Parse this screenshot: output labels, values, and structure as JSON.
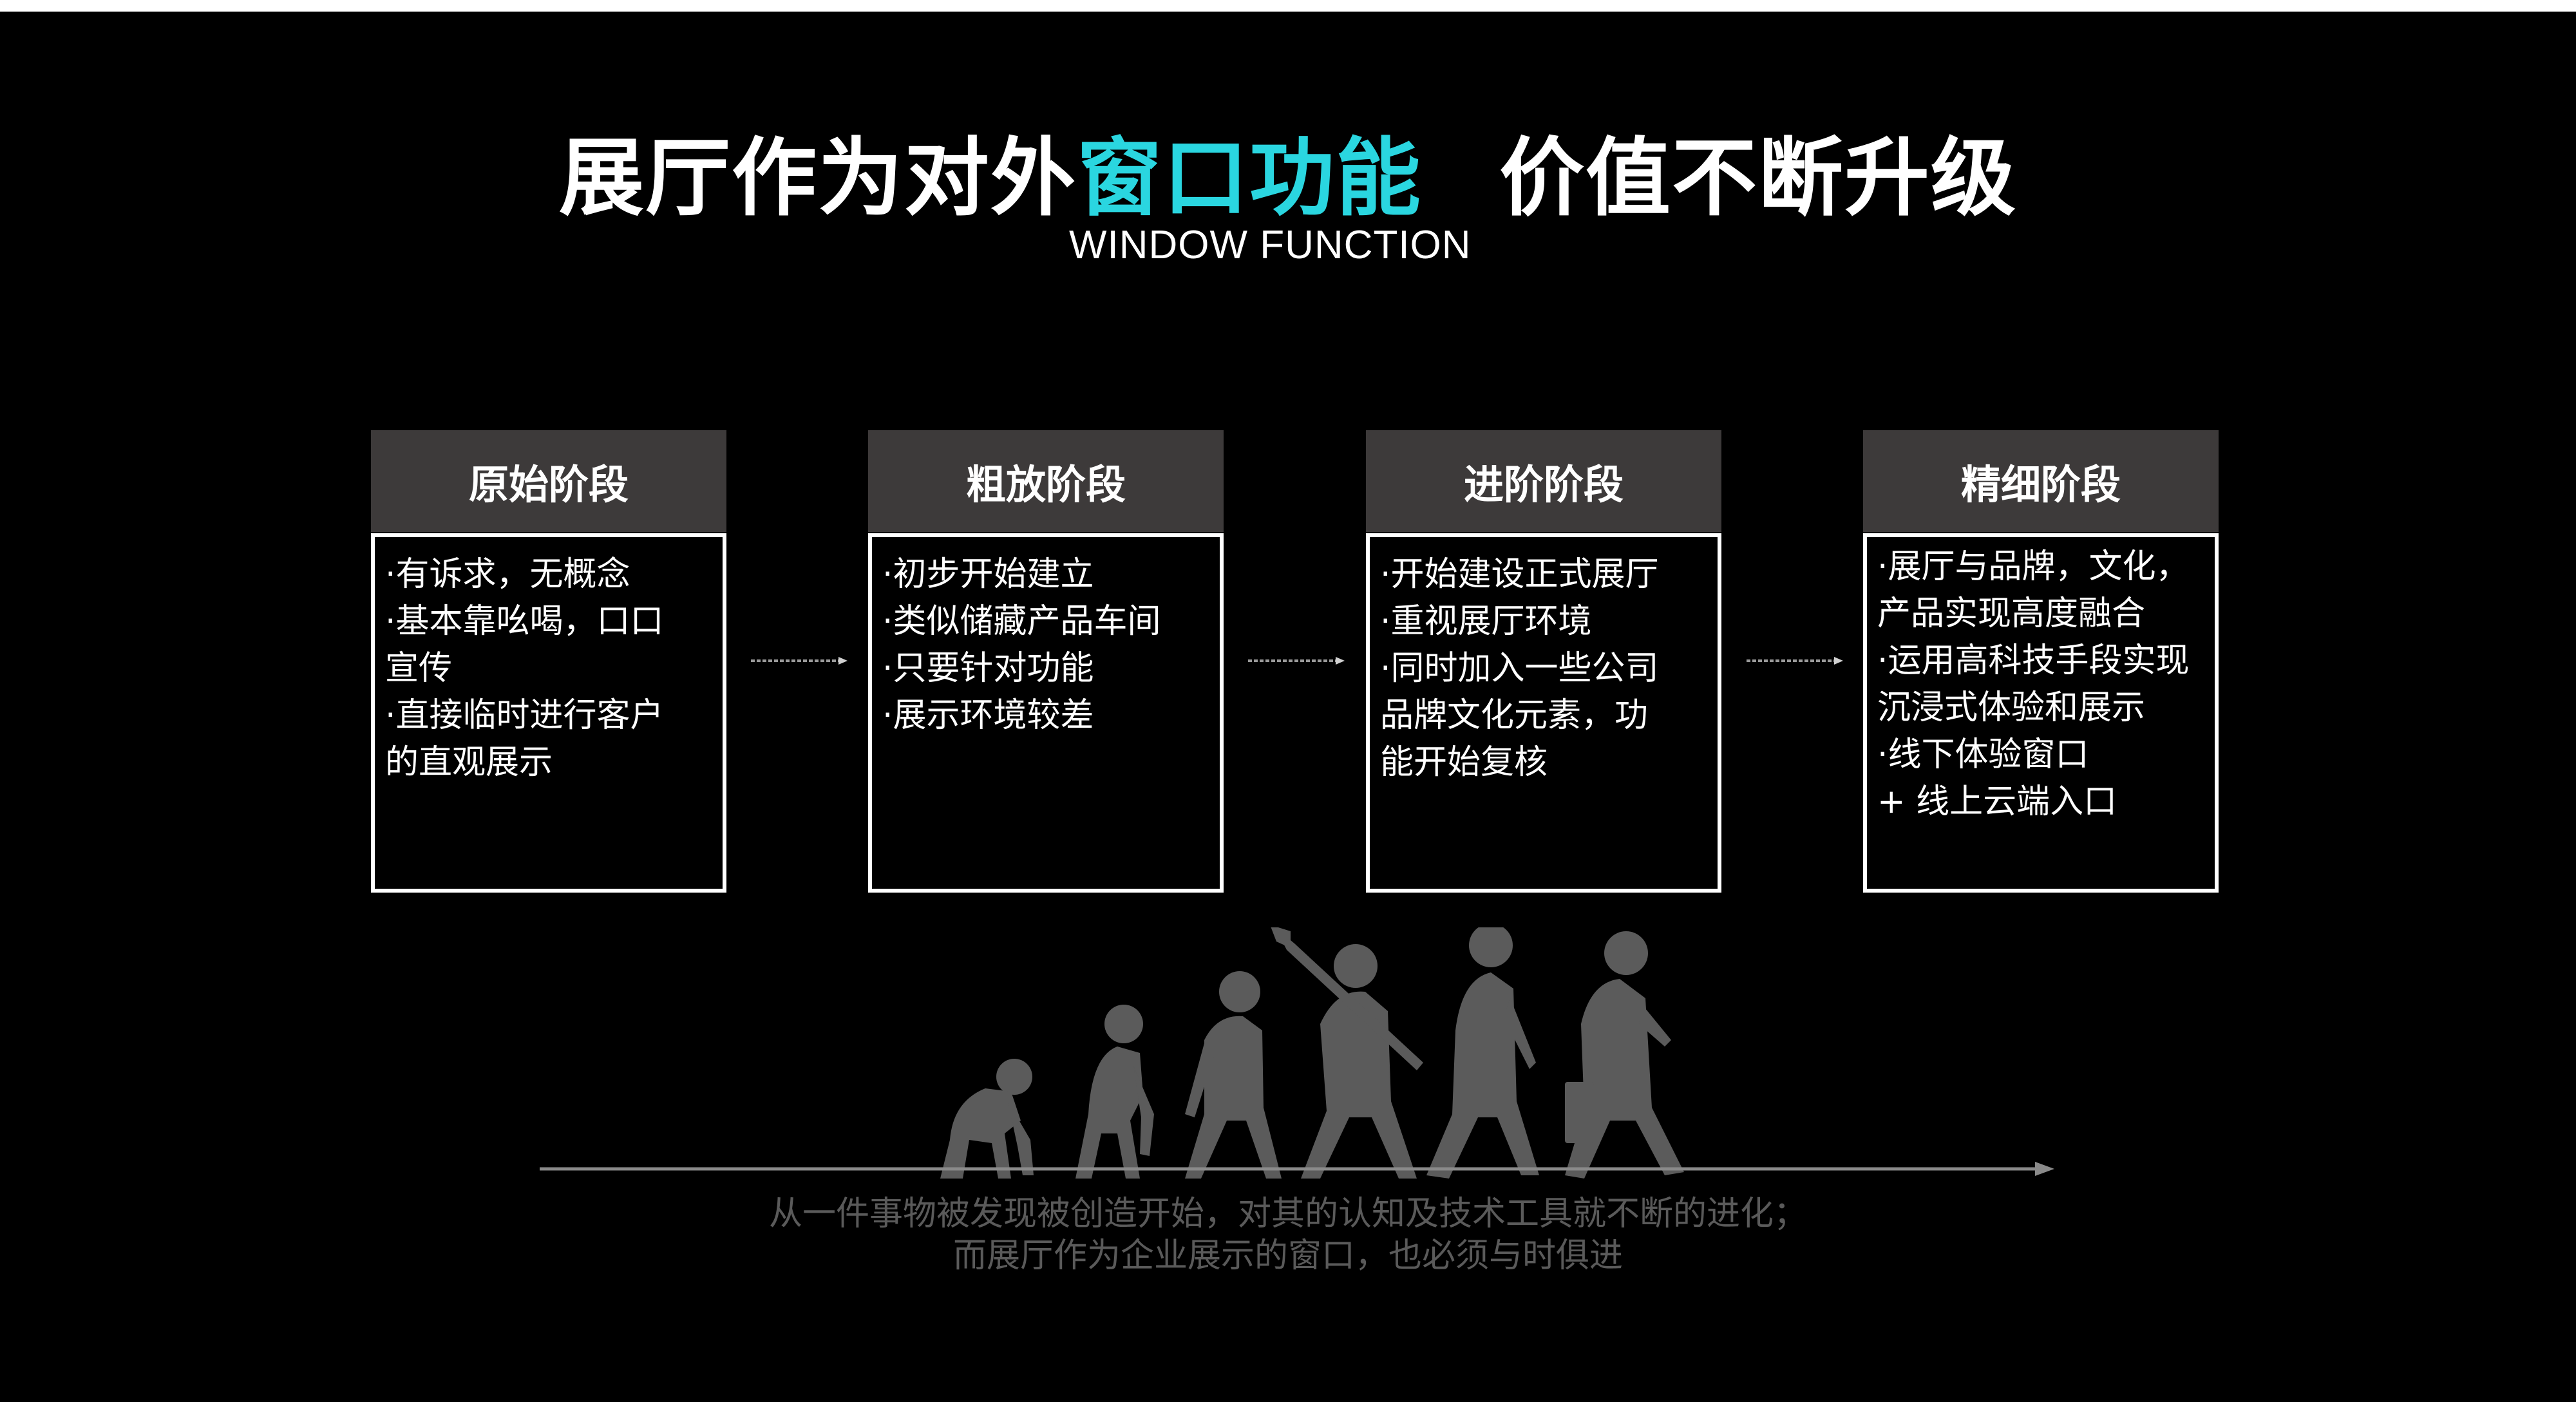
{
  "title": {
    "part1": "展厅作为对外",
    "highlight": "窗口功能",
    "part2": "价值不断升级",
    "subtitle": "WINDOW FUNCTION"
  },
  "colors": {
    "accent": "#2ad6e0",
    "stage_header": "#3d3a3a",
    "caption": "#5a5a5a"
  },
  "stages": [
    {
      "title": "原始阶段",
      "lines": [
        "·有诉求，无概念",
        "·基本靠吆喝，口口",
        "宣传",
        "·直接临时进行客户",
        "的直观展示"
      ]
    },
    {
      "title": "粗放阶段",
      "lines": [
        "·初步开始建立",
        "·类似储藏产品车间",
        "·只要针对功能",
        "·展示环境较差"
      ]
    },
    {
      "title": "进阶阶段",
      "lines": [
        "·开始建设正式展厅",
        "·重视展厅环境",
        "·同时加入一些公司",
        "品牌文化元素，功",
        "能开始复核"
      ]
    },
    {
      "title": "精细阶段",
      "lines": [
        "·展厅与品牌，文化，",
        "产品实现高度融合",
        "·运用高科技手段实现",
        "沉浸式体验和展示",
        "·线下体验窗口",
        "+  线上云端入口"
      ]
    }
  ],
  "caption": {
    "line1": "从一件事物被发现被创造开始，对其的认知及技术工具就不断的进化；",
    "line2": "而展厅作为企业展示的窗口，也必须与时俱进"
  },
  "icons": [
    "right-arrow-icon",
    "human-evolution-illustration",
    "timeline-arrow-icon"
  ]
}
